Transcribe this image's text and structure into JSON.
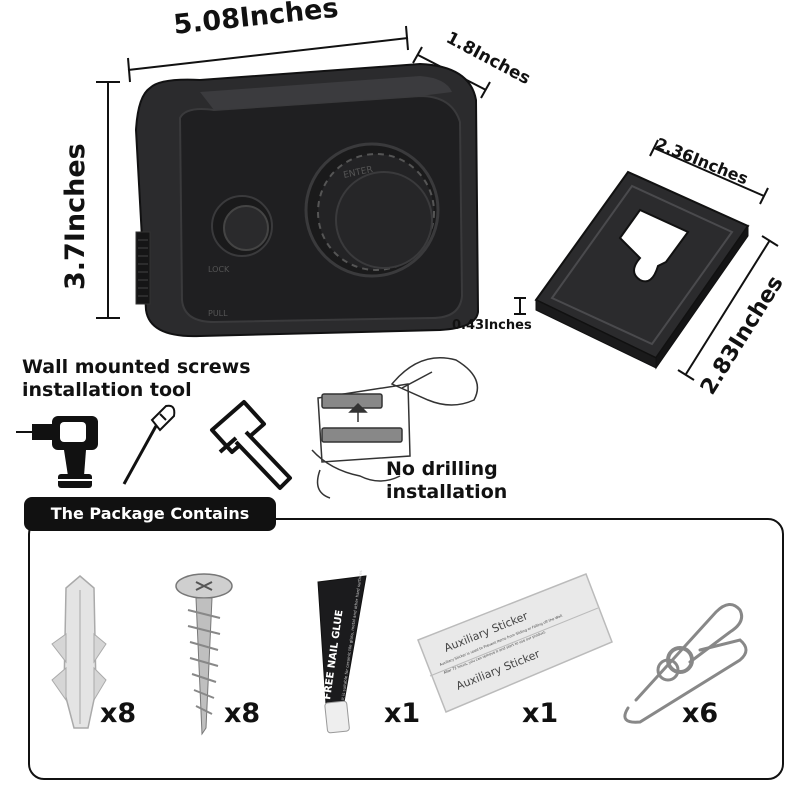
{
  "dimensions": {
    "width": "5.08Inches",
    "depth": "1.8Inches",
    "height": "3.7Inches",
    "plate_width": "2.36Inches",
    "plate_height": "2.83Inches",
    "plate_thickness": "0.43Inches"
  },
  "product_labels": {
    "knob": "ENTER",
    "lock": "LOCK",
    "pull": "PULL"
  },
  "tools": {
    "title_line1": "Wall mounted screws",
    "title_line2": "installation tool"
  },
  "no_drill": {
    "line1": "No drilling",
    "line2": "installation"
  },
  "package": {
    "title": "The Package Contains",
    "items": [
      {
        "name": "wall-anchor",
        "qty": "x8"
      },
      {
        "name": "screw",
        "qty": "x8"
      },
      {
        "name": "nail-glue",
        "qty": "x1",
        "tube_line1": "FREE NAIL GLUE",
        "tube_line2": "It is suitable for ceramic tile glass, metal and other hard surfaces"
      },
      {
        "name": "auxiliary-sticker",
        "qty": "x1",
        "sticker_title": "Auxiliary Sticker",
        "sticker_line1": "Auxiliary Sticker is used to Prevent Items from Sliding or Falling off the Wall.",
        "sticker_line2": "After 72 hours, you can remove it and start to use our product."
      },
      {
        "name": "clip",
        "qty": "x6"
      }
    ]
  },
  "colors": {
    "product": "#2b2b2d",
    "product_edge": "#111112",
    "text": "#111111",
    "tab_bg": "#111111"
  }
}
